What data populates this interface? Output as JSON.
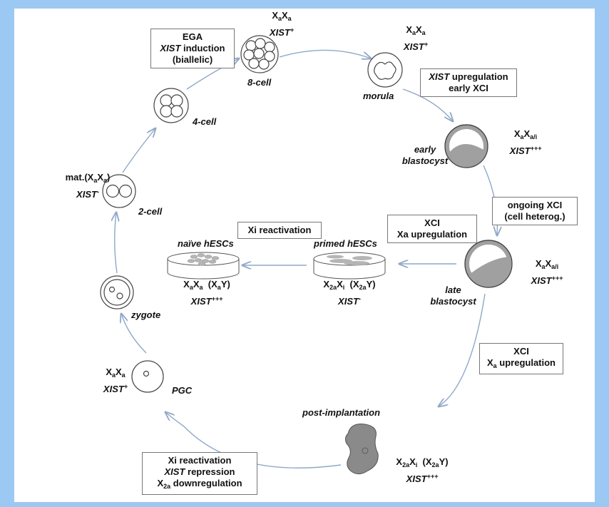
{
  "boxes": {
    "ega": {
      "line1": "EGA",
      "line2_italic": "XIST",
      "line2_rest": " induction",
      "line3": "(biallelic)"
    },
    "xist_up": {
      "line1_italic": "XIST",
      "line1_rest": " upregulation",
      "line2": "early XCI"
    },
    "ongoing": {
      "line1": "ongoing XCI",
      "line2": "(cell heterog.)"
    },
    "xci_xa": {
      "line1": "XCI",
      "line2": "Xa upregulation"
    },
    "xi_react": {
      "line1": "Xi reactivation"
    },
    "xci_xa2": {
      "line1": "XCI",
      "line2_pre": "X",
      "line2_sub": "a",
      "line2_rest": " upregulation"
    },
    "bottom": {
      "line1": "Xi reactivation",
      "line2_italic": "XIST",
      "line2_rest": " repression",
      "line3_pre": "X",
      "line3_sub": "2a",
      "line3_rest": " downregulation"
    }
  },
  "stages": {
    "cell8": "8-cell",
    "morula": "morula",
    "early_blast_1": "early",
    "early_blast_2": "blastocyst",
    "late_blast_1": "late",
    "late_blast_2": "blastocyst",
    "post_impl": "post-implantation",
    "pgc": "PGC",
    "zygote": "zygote",
    "cell2": "2-cell",
    "cell4": "4-cell",
    "naive": "naïve hESCs",
    "primed": "primed hESCs"
  },
  "genotypes": {
    "xist": "XIST",
    "x": "X",
    "y": "Y",
    "sub_a": "a",
    "sub_ai": "a/i",
    "sub_i": "i",
    "sub_2a": "2a",
    "plus1": "+",
    "plus3": "+++",
    "minus": "-",
    "mat_prefix": "mat.(",
    "paren_open": "(",
    "paren_close": ")"
  },
  "colors": {
    "arrow": "#8fa8c8",
    "cell_fill": "#a0a0a0",
    "outline": "#444444"
  }
}
